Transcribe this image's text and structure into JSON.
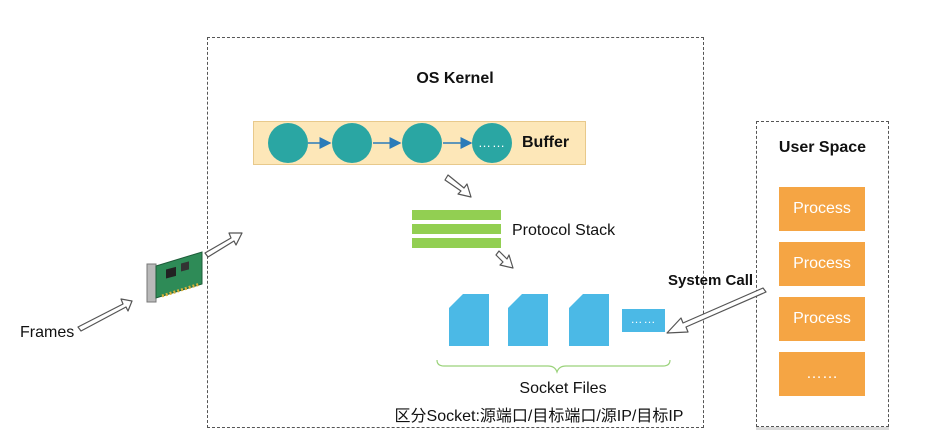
{
  "kernel": {
    "title": "OS Kernel"
  },
  "buffer": {
    "label": "Buffer",
    "dots": "……"
  },
  "protocol_stack": {
    "label": "Protocol Stack"
  },
  "socket": {
    "dots": "……",
    "files_label": "Socket Files",
    "description": "区分Socket:源端口/目标端口/源IP/目标IP"
  },
  "user_space": {
    "title": "User Space",
    "processes": [
      "Process",
      "Process",
      "Process",
      "……"
    ]
  },
  "system_call": {
    "label": "System Call"
  },
  "frames": {
    "label": "Frames"
  },
  "colors": {
    "buffer_node": "#2aa6a3",
    "buffer_bg": "#fde7b8",
    "stack": "#92cf52",
    "socket": "#4bb9e6",
    "process": "#f5a544"
  }
}
